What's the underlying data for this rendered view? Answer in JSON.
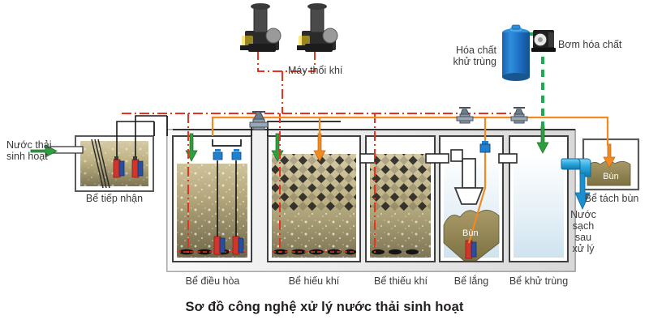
{
  "title": "Sơ đồ công nghệ xử lý nước thải sinh hoạt",
  "inlet": {
    "label": "Nước thải\nsinh hoạt",
    "arrow_color": "#2f9e3f"
  },
  "outlet": {
    "label": "Nước\nsạch\nsau\nxử lý",
    "pipe_color": "#29a9e1",
    "arrow_color": "#1b8fd0"
  },
  "equipment": {
    "blower": {
      "label": "Máy thổi khí",
      "count": 2,
      "line_color": "#e8321e"
    },
    "chemical_tank": {
      "label": "Hóa chất\nkhử trùng",
      "color": "#1f6fd0"
    },
    "dosing_pump": {
      "label": "Bơm hóa chất",
      "line_color": "#1fa84f"
    }
  },
  "tanks": [
    {
      "id": "receiving",
      "label": "Bể tiếp nhận",
      "content": "screen"
    },
    {
      "id": "equalization",
      "label": "Bể điều hòa",
      "content": "aerated"
    },
    {
      "id": "aerobic",
      "label": "Bể hiếu khí",
      "content": "media"
    },
    {
      "id": "anoxic",
      "label": "Bể thiếu khí",
      "content": "media"
    },
    {
      "id": "settling",
      "label": "Bể lắng",
      "content": "clarifier",
      "sludge_label": "Bùn"
    },
    {
      "id": "disinfect",
      "label": "Bể khử trùng",
      "content": "clear"
    },
    {
      "id": "sludge",
      "label": "Bể tách bùn",
      "content": "sludge",
      "sludge_label": "Bùn"
    }
  ],
  "lines": {
    "air": {
      "color": "#e8321e",
      "style": "dash-dot"
    },
    "sludge": {
      "color": "#f28a21",
      "style": "solid"
    },
    "chemical": {
      "color": "#1fa84f",
      "style": "dashed"
    },
    "water": {
      "color": "#222222",
      "style": "solid"
    }
  },
  "arrows": {
    "green": "#2f9e3f",
    "orange": "#f28a21",
    "blue": "#1b8fd0"
  },
  "valves": {
    "gate_color": "#8a99a8",
    "small_color": "#1f7fd0"
  }
}
